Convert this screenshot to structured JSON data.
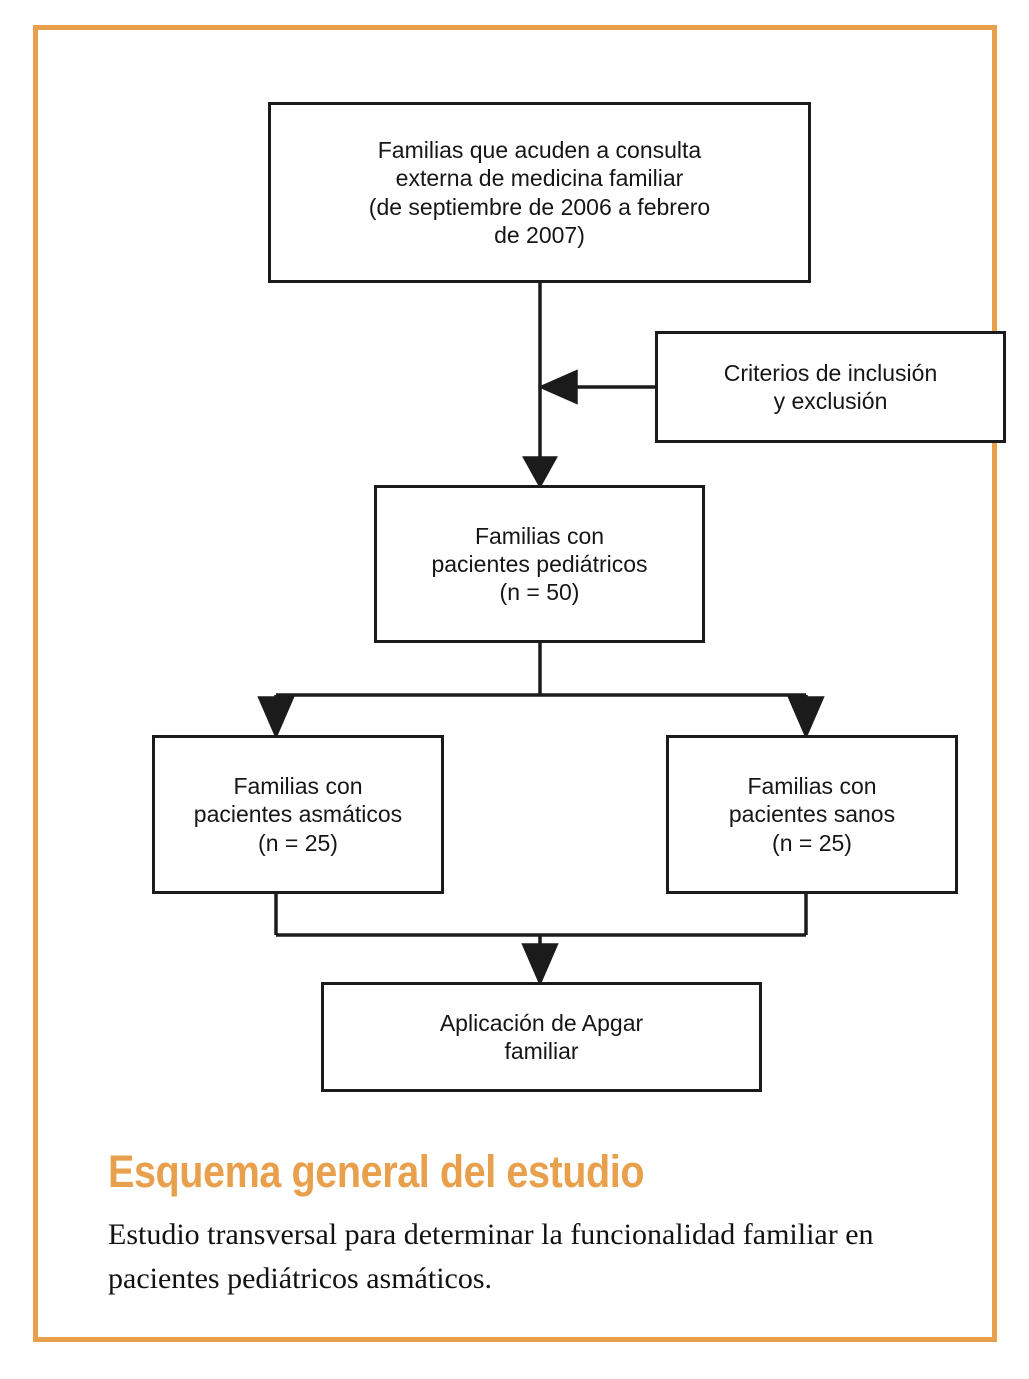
{
  "figure": {
    "frame_color": "#e9a04c",
    "line_color": "#1b1b1b",
    "background": "#ffffff"
  },
  "flowchart": {
    "type": "flowchart",
    "nodes": [
      {
        "id": "source",
        "text": "Familias que acuden a consulta\nexterna de medicina familiar\n(de septiembre de 2006 a febrero\nde 2007)"
      },
      {
        "id": "criteria",
        "text": "Criterios de inclusión\ny exclusión"
      },
      {
        "id": "pediatric",
        "text": "Familias con\npacientes pediátricos\n(n = 50)"
      },
      {
        "id": "asthma",
        "text": "Familias con\npacientes asmáticos\n(n = 25)"
      },
      {
        "id": "healthy",
        "text": "Familias con\npacientes sanos\n(n = 25)"
      },
      {
        "id": "apgar",
        "text": "Aplicación de Apgar\nfamiliar"
      }
    ],
    "edges": [
      {
        "from": "source",
        "to": "pediatric",
        "arrow": "down"
      },
      {
        "from": "criteria",
        "to": "source-to-pediatric-line",
        "arrow": "left"
      },
      {
        "from": "pediatric",
        "to": "asthma",
        "arrow": "down"
      },
      {
        "from": "pediatric",
        "to": "healthy",
        "arrow": "down"
      },
      {
        "from": "asthma",
        "to": "apgar",
        "arrow": "down"
      },
      {
        "from": "healthy",
        "to": "apgar",
        "arrow": "down"
      }
    ],
    "counts": {
      "pediatric_families": 50,
      "asthmatic_families": 25,
      "healthy_families": 25
    }
  },
  "caption": {
    "title": "Esquema general del estudio",
    "body": "Estudio transversal para determinar la funcionalidad familiar en pacientes pediátricos asmáticos."
  }
}
